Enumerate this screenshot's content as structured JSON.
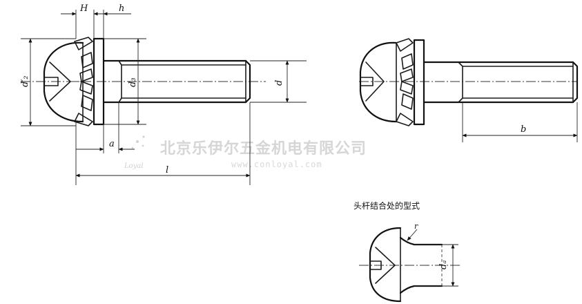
{
  "labels": {
    "H": "H",
    "h": "h",
    "d_prime_2": "d′₂",
    "d3": "d₃",
    "d": "d",
    "a": "a",
    "l": "l",
    "b": "b",
    "r": "r",
    "da": "dₐ"
  },
  "note": "头杆结合处的型式",
  "watermark": {
    "company": "北京乐伊尔五金机电有限公司",
    "url": "www.conloyal.com",
    "logo": "Loyal"
  }
}
